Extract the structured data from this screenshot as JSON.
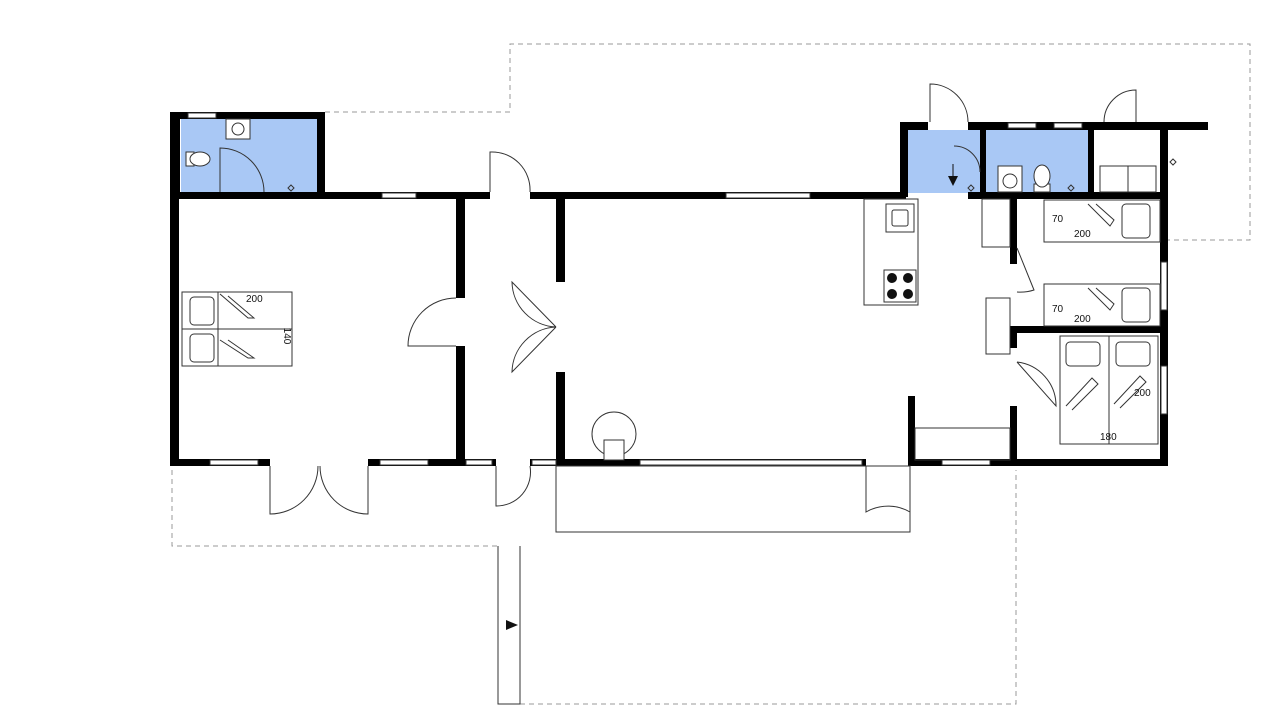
{
  "bed_labels": {
    "double_left_length": "200",
    "double_left_width": "140",
    "single_top_width": "70",
    "single_top_length": "200",
    "single_mid_width": "70",
    "single_mid_length": "200",
    "double_right_length": "200",
    "double_right_width": "180"
  },
  "colors": {
    "wall": "#000000",
    "wet_room": "#a9c8f5",
    "background": "#ffffff"
  }
}
